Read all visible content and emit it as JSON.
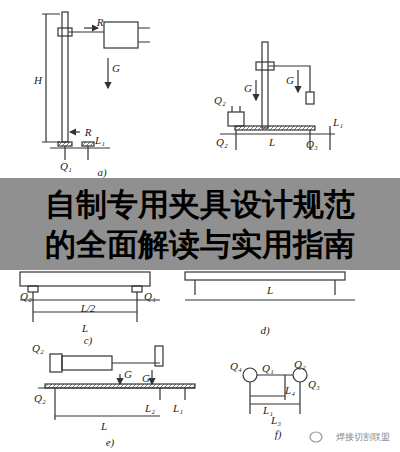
{
  "diagram": {
    "title": "自制专用夹具设计规范的全面解读与实用指南",
    "labels": [
      "R",
      "H",
      "G",
      "R",
      "L₁",
      "Q₁",
      "a)",
      "Q₂",
      "G",
      "G",
      "Q₂",
      "L",
      "Q₃",
      "L₁",
      "Q₂",
      "L/2",
      "L",
      "Q₁",
      "c)",
      "L",
      "d)",
      "Q₂",
      "G",
      "G",
      "Q₂",
      "L",
      "L₂",
      "L₁",
      "e)",
      "Q₄",
      "Q₁",
      "Q₂",
      "Q₃",
      "L₁",
      "L₄",
      "L₃",
      "f)",
      "焊接切割联盟"
    ]
  }
}
